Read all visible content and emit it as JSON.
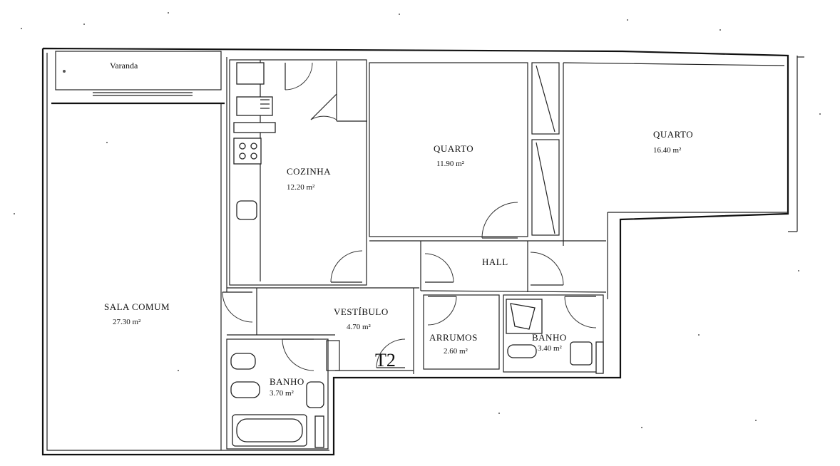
{
  "plan": {
    "type_label": "T2",
    "rooms": [
      {
        "id": "varanda",
        "name": "Varanda",
        "area": ""
      },
      {
        "id": "sala",
        "name": "SALA COMUM",
        "area": "27.30 m²"
      },
      {
        "id": "cozinha",
        "name": "COZINHA",
        "area": "12.20 m²"
      },
      {
        "id": "quarto1",
        "name": "QUARTO",
        "area": "11.90 m²"
      },
      {
        "id": "quarto2",
        "name": "QUARTO",
        "area": "16.40 m²"
      },
      {
        "id": "hall",
        "name": "HALL",
        "area": ""
      },
      {
        "id": "vestibulo",
        "name": "VESTÍBULO",
        "area": "4.70 m²"
      },
      {
        "id": "arrumos",
        "name": "ARRUMOS",
        "area": "2.60 m²"
      },
      {
        "id": "banho1",
        "name": "BANHO",
        "area": "3.70 m²"
      },
      {
        "id": "banho2",
        "name": "BANHO",
        "area": "3.40 m²"
      }
    ]
  }
}
